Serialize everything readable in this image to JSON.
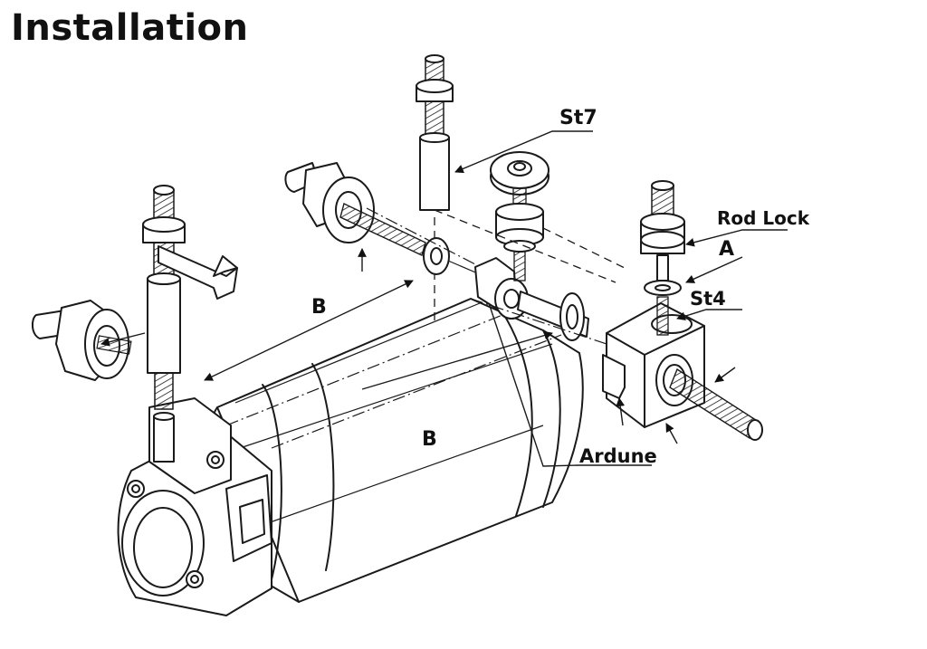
{
  "title": "Installation",
  "labels": {
    "st7": "St7",
    "rod_lock": "Rod Lock",
    "a": "A",
    "st4": "St4",
    "b_upper": "B",
    "b_body": "B",
    "ardune": "Ardune"
  }
}
